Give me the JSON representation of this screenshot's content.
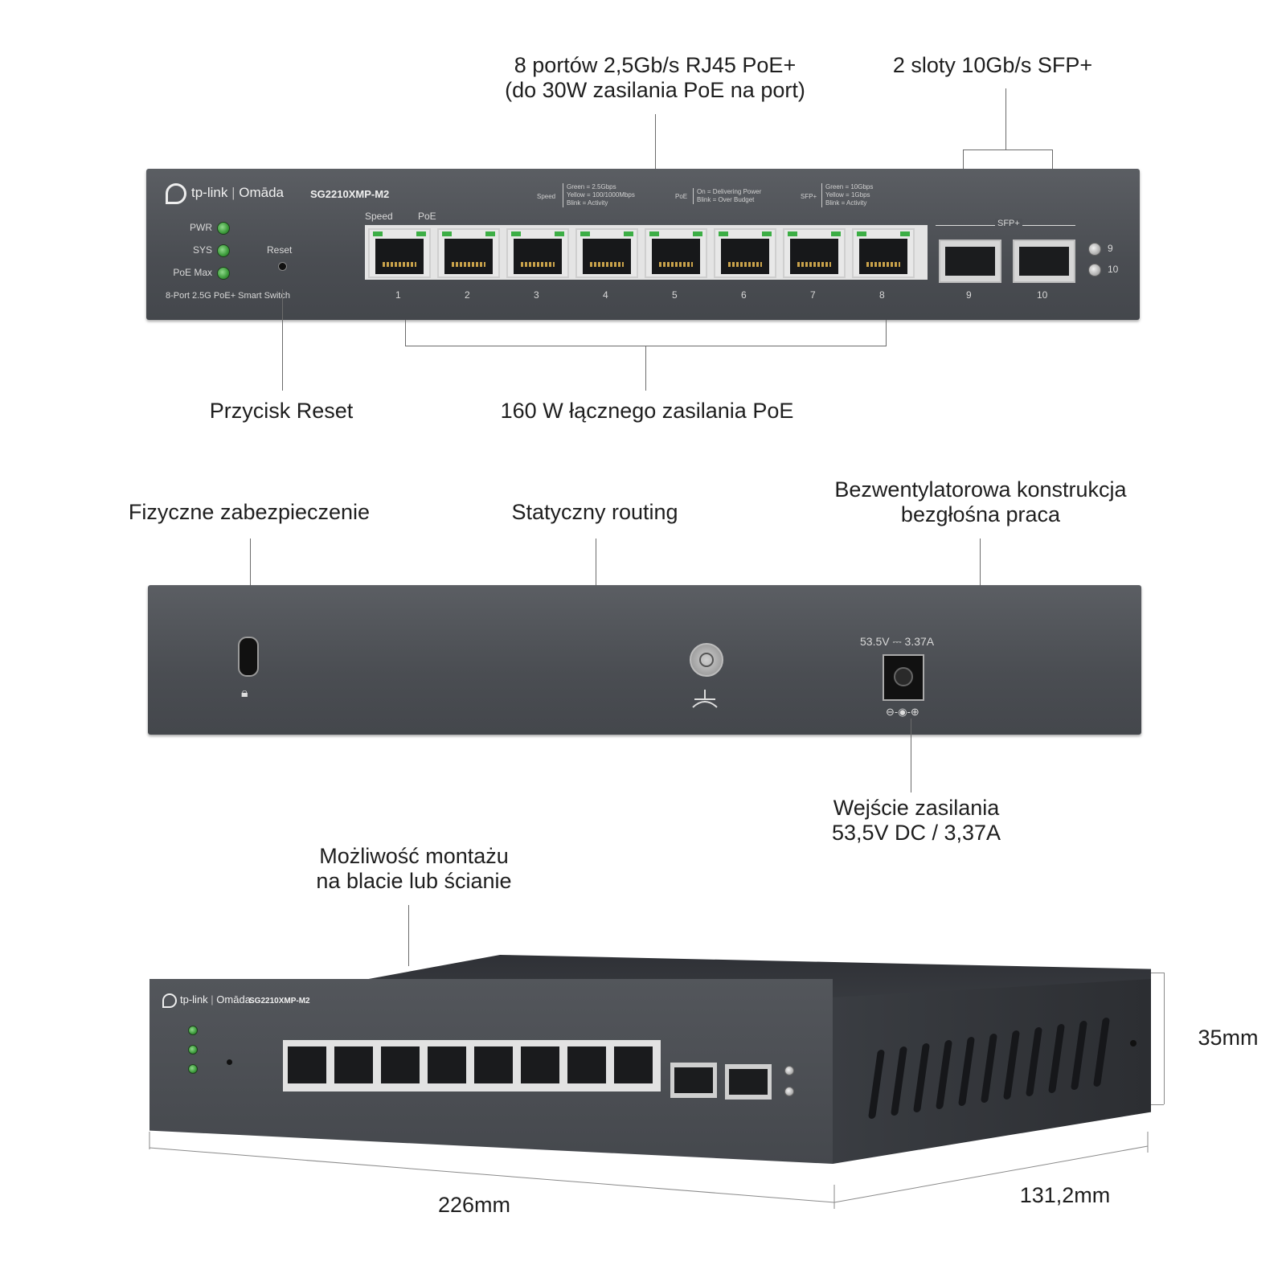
{
  "callouts": {
    "ports_line1": "8 portów 2,5Gb/s RJ45 PoE+",
    "ports_line2": "(do 30W zasilania PoE na port)",
    "sfp": "2 sloty 10Gb/s SFP+",
    "reset": "Przycisk Reset",
    "poe_budget": "160 W łącznego zasilania PoE",
    "security": "Fizyczne zabezpieczenie",
    "routing": "Statyczny routing",
    "fanless_line1": "Bezwentylatorowa konstrukcja",
    "fanless_line2": "bezgłośna praca",
    "power_line1": "Wejście zasilania",
    "power_line2": "53,5V DC / 3,37A",
    "mount_line1": "Możliwość montażu",
    "mount_line2": "na blacie lub ścianie",
    "height": "35mm",
    "width": "226mm",
    "depth": "131,2mm"
  },
  "front": {
    "brand": "tp-link",
    "brand_sub": "Omāda",
    "model": "SG2210XMP-M2",
    "leds": [
      "PWR",
      "SYS",
      "PoE Max"
    ],
    "reset_label": "Reset",
    "subtitle": "8-Port 2.5G PoE+ Smart Switch",
    "speed_label": "Speed",
    "poe_label": "PoE",
    "sfp_label": "SFP+",
    "legend_speed_title": "Speed",
    "legend_speed": [
      "Green = 2.5Gbps",
      "Yellow = 100/1000Mbps",
      "Blink = Activity"
    ],
    "legend_poe_title": "PoE",
    "legend_poe": [
      "On = Delivering Power",
      "Blink = Over Budget"
    ],
    "legend_sfp_title": "SFP+",
    "legend_sfp": [
      "Green = 10Gbps",
      "Yellow = 1Gbps",
      "Blink = Activity"
    ],
    "ports": [
      "1",
      "2",
      "3",
      "4",
      "5",
      "6",
      "7",
      "8"
    ],
    "sfp_ports": [
      "9",
      "10"
    ],
    "sfp_leds": [
      "9",
      "10"
    ]
  },
  "rear": {
    "power_rating": "53.5V ⎓ 3.37A"
  },
  "colors": {
    "panel": "#4f5257",
    "led_green": "#3b9a3a",
    "port_green": "#3cae45"
  }
}
